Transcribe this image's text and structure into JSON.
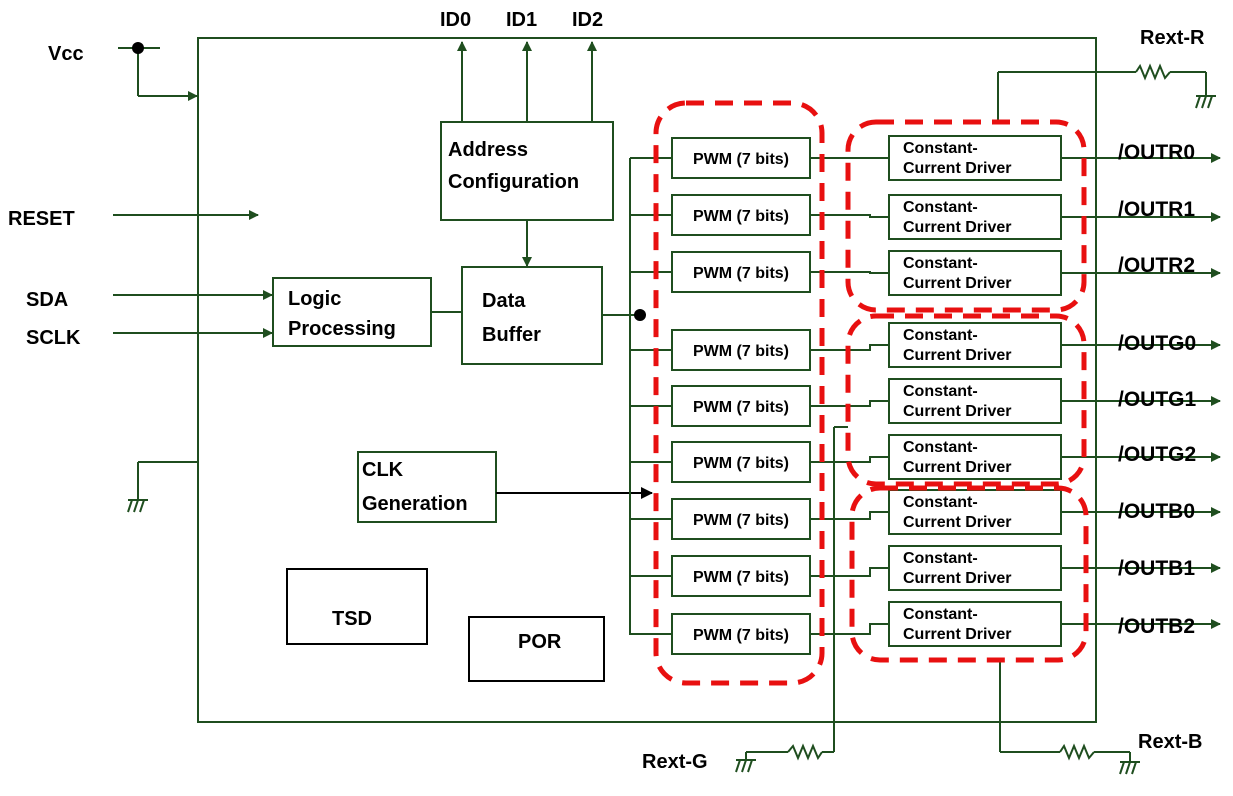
{
  "pins": {
    "vcc": "Vcc",
    "reset": "RESET",
    "sda": "SDA",
    "sclk": "SCLK",
    "id0": "ID0",
    "id1": "ID1",
    "id2": "ID2",
    "rext_r": "Rext-R",
    "rext_g": "Rext-G",
    "rext_b": "Rext-B"
  },
  "blocks": {
    "address_line1": "Address",
    "address_line2": "Configuration",
    "logic_line1": "Logic",
    "logic_line2": "Processing",
    "buffer_line1": "Data",
    "buffer_line2": "Buffer",
    "clk_line1": "CLK",
    "clk_line2": "Generation",
    "tsd": "TSD",
    "por": "POR"
  },
  "pwm_label": "PWM (7 bits)",
  "driver_line1": "Constant-",
  "driver_line2": "Current Driver",
  "outputs": [
    "/OUTR0",
    "/OUTR1",
    "/OUTR2",
    "/OUTG0",
    "/OUTG1",
    "/OUTG2",
    "/OUTB0",
    "/OUTB1",
    "/OUTB2"
  ],
  "colors": {
    "wire": "#1f4e1f",
    "group_outline": "#e81010",
    "block_outline": "#1f4e1f"
  }
}
